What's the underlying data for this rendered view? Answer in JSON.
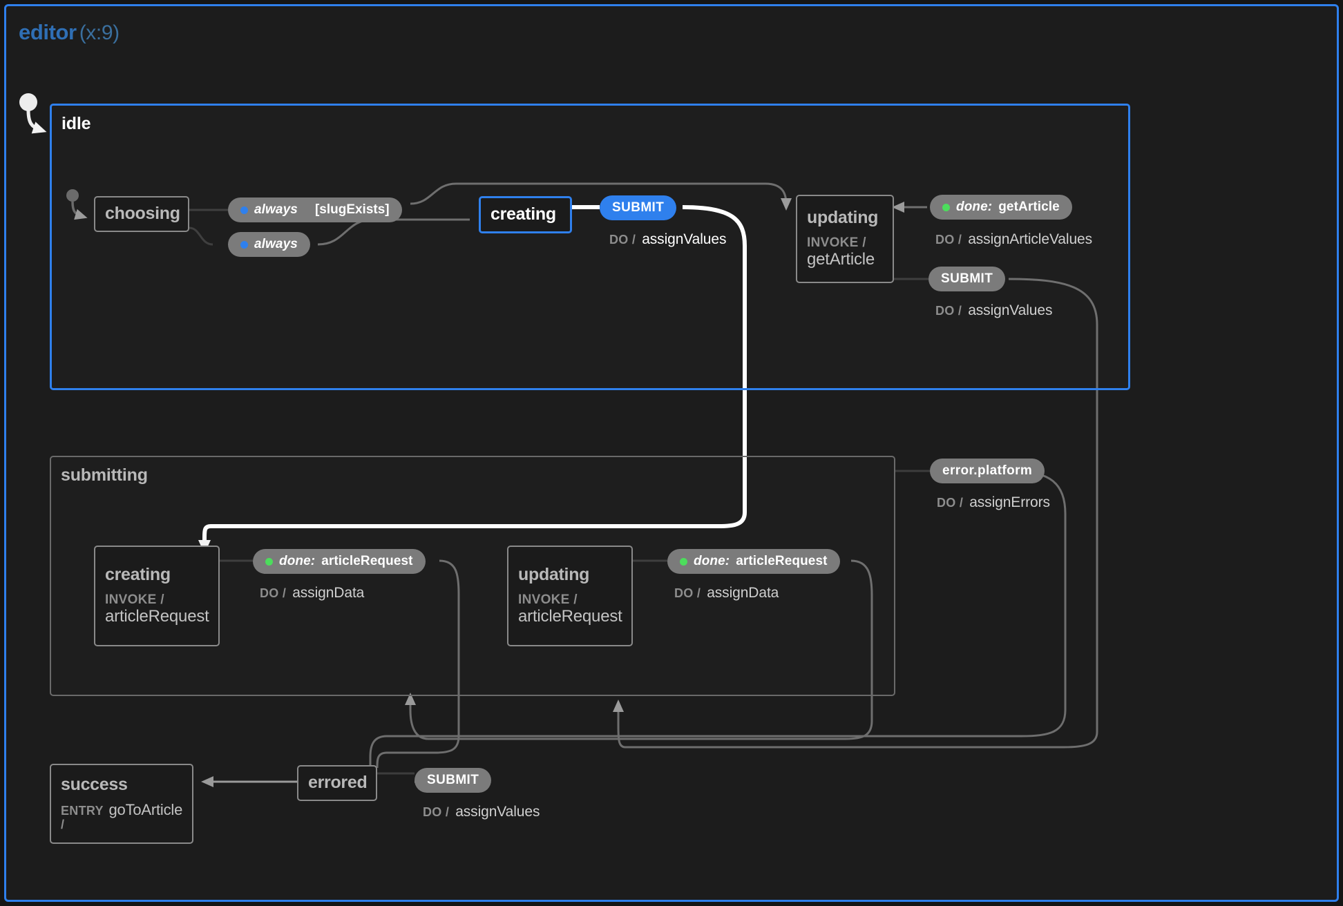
{
  "machine": {
    "name": "editor",
    "context": "(x:9)",
    "accent_color": "#2f80ed",
    "background": "#1c1c1c"
  },
  "states": {
    "idle": {
      "label": "idle",
      "active": true,
      "children": {
        "choosing": {
          "label": "choosing",
          "active": false
        },
        "creating": {
          "label": "creating",
          "active": true
        },
        "updating": {
          "label": "updating",
          "active": false,
          "invoke_key": "INVOKE /",
          "invoke_value": "getArticle"
        }
      }
    },
    "submitting": {
      "label": "submitting",
      "active": false,
      "children": {
        "creating": {
          "label": "creating",
          "active": false,
          "invoke_key": "INVOKE /",
          "invoke_value": "articleRequest"
        },
        "updating": {
          "label": "updating",
          "active": false,
          "invoke_key": "INVOKE /",
          "invoke_value": "articleRequest"
        }
      }
    },
    "errored": {
      "label": "errored",
      "active": false
    },
    "success": {
      "label": "success",
      "active": false,
      "entry_key": "ENTRY /",
      "entry_value": "goToArticle"
    }
  },
  "events": {
    "always_guarded": {
      "type": "always",
      "guard": "[slugExists]",
      "dot": "blue"
    },
    "always_plain": {
      "type": "always",
      "dot": "blue"
    },
    "submit_creating": {
      "label": "SUBMIT",
      "style": "blue"
    },
    "done_getarticle": {
      "type": "done:",
      "name": "getArticle",
      "dot": "green"
    },
    "submit_updating": {
      "label": "SUBMIT",
      "style": "gray"
    },
    "done_articlerequest_1": {
      "type": "done:",
      "name": "articleRequest",
      "dot": "green"
    },
    "done_articlerequest_2": {
      "type": "done:",
      "name": "articleRequest",
      "dot": "green"
    },
    "error_platform": {
      "label": "error.platform",
      "style": "gray"
    },
    "submit_errored": {
      "label": "SUBMIT",
      "style": "gray"
    }
  },
  "transition_actions": {
    "creating_submit": {
      "key": "DO /",
      "value": "assignValues"
    },
    "updating_done": {
      "key": "DO /",
      "value": "assignArticleValues"
    },
    "updating_submit": {
      "key": "DO /",
      "value": "assignValues"
    },
    "sub_creating_done": {
      "key": "DO /",
      "value": "assignData"
    },
    "sub_updating_done": {
      "key": "DO /",
      "value": "assignData"
    },
    "error_platform_action": {
      "key": "DO /",
      "value": "assignErrors"
    },
    "errored_submit": {
      "key": "DO /",
      "value": "assignValues"
    }
  }
}
